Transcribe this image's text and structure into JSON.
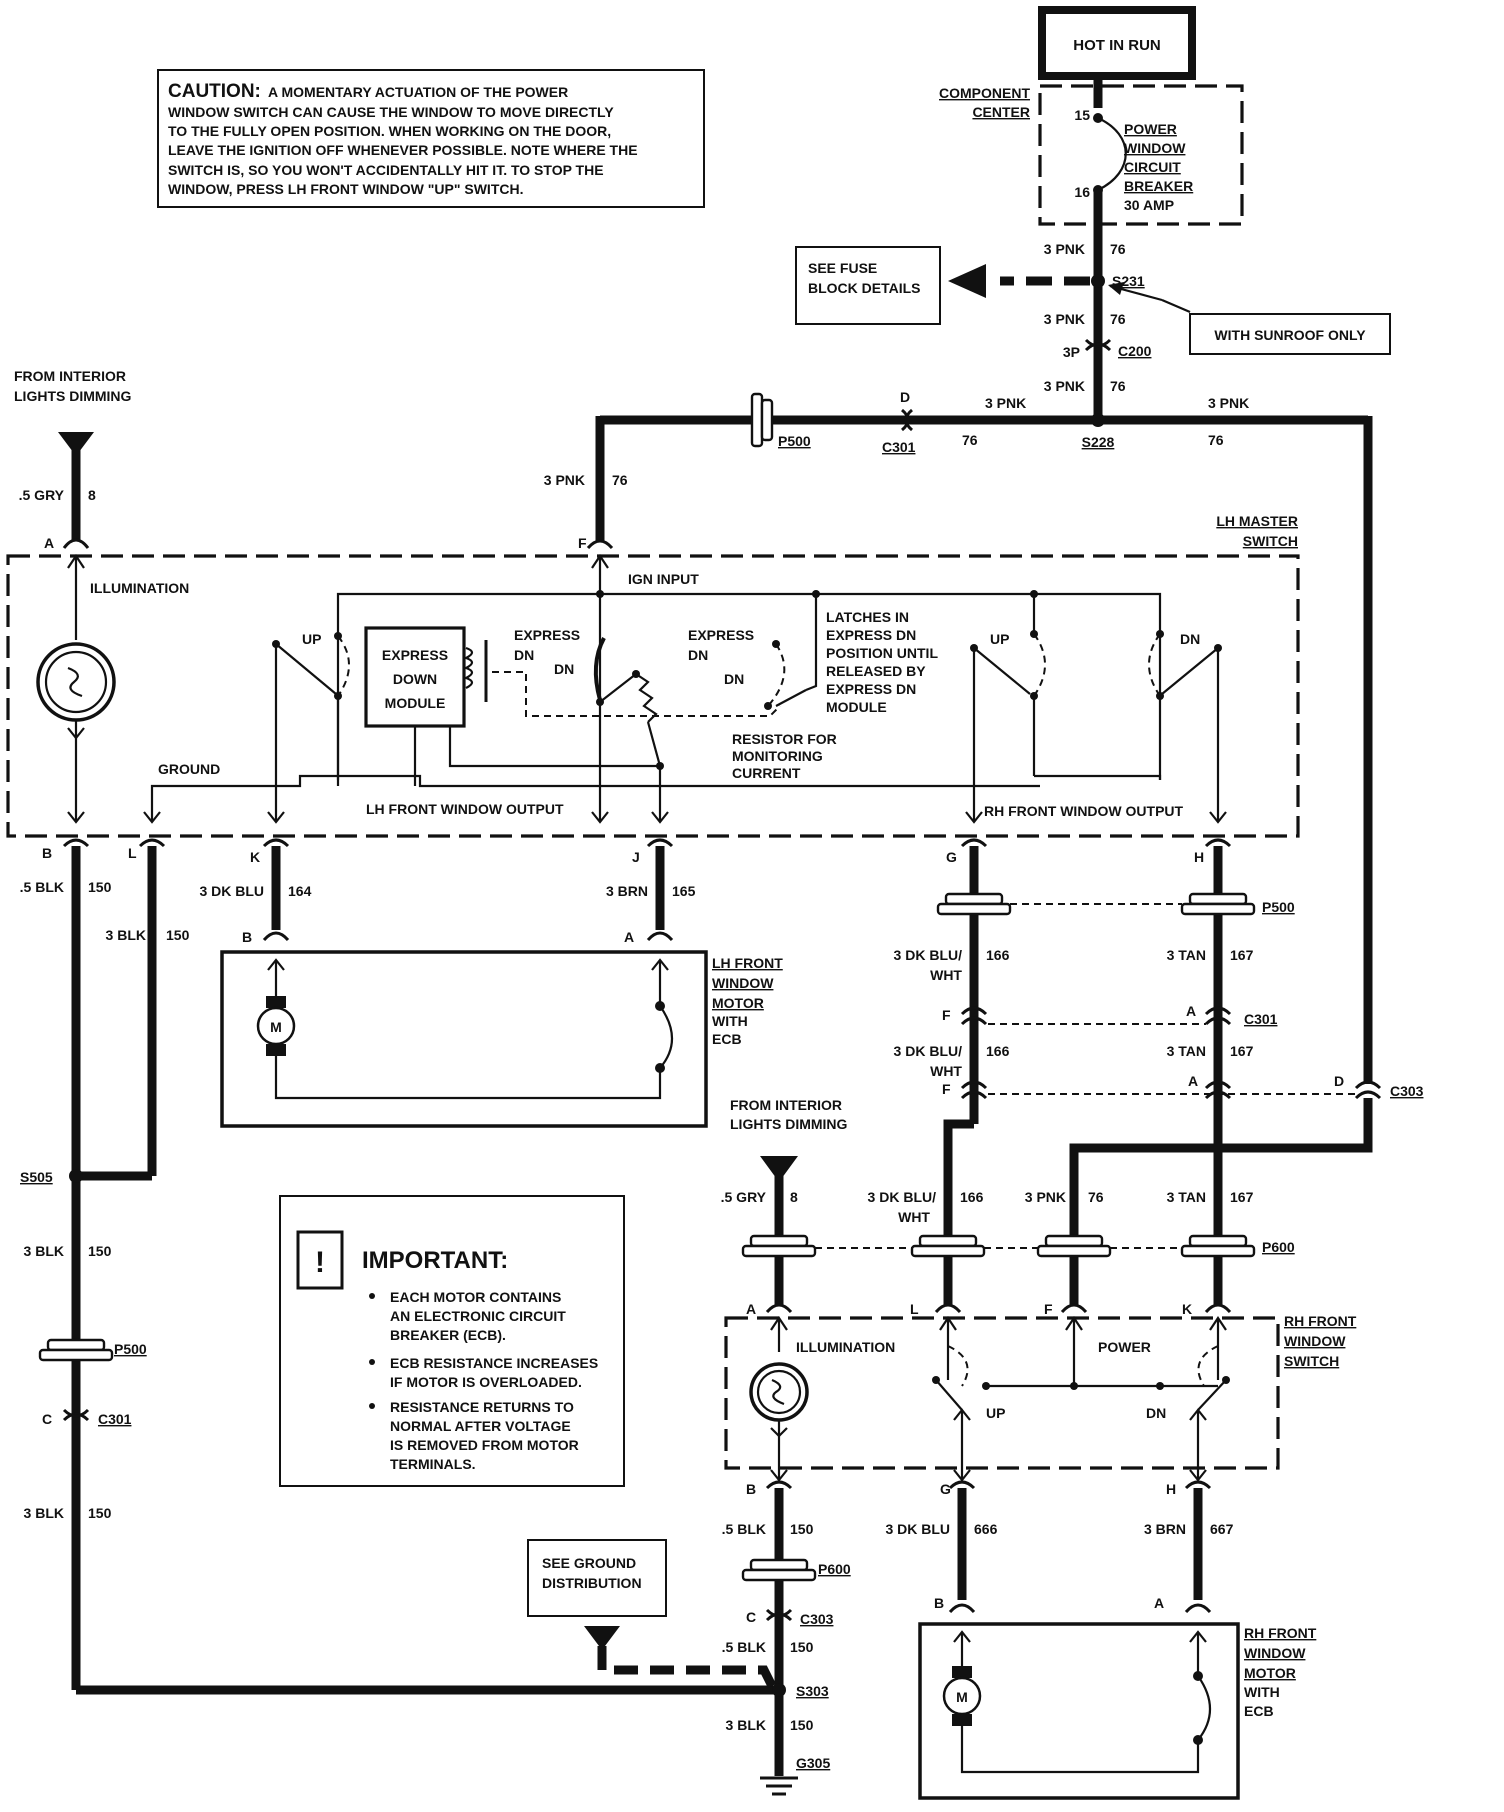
{
  "caution": {
    "heading": "CAUTION:",
    "lines": [
      "A MOMENTARY ACTUATION OF THE POWER",
      "WINDOW SWITCH CAN CAUSE THE WINDOW TO MOVE DIRECTLY",
      "TO THE FULLY OPEN POSITION.  WHEN WORKING ON THE DOOR,",
      "LEAVE THE IGNITION OFF WHENEVER POSSIBLE.  NOTE WHERE THE",
      "SWITCH IS, SO YOU WON'T ACCIDENTALLY HIT IT.   TO STOP THE",
      "WINDOW, PRESS LH FRONT WINDOW \"UP\" SWITCH."
    ]
  },
  "power_source": {
    "label": "HOT IN RUN"
  },
  "component_center": {
    "label_line1": "COMPONENT",
    "label_line2": "CENTER",
    "pin_in": "15",
    "pin_out": "16",
    "breaker": [
      "POWER",
      "WINDOW",
      "CIRCUIT",
      "BREAKER",
      "30 AMP"
    ]
  },
  "fuse_block": {
    "lines": [
      "SEE FUSE",
      "BLOCK DETAILS"
    ]
  },
  "sunroof_note": "WITH SUNROOF ONLY",
  "feed_wire": {
    "gauge": "3 PNK",
    "circuit": "76"
  },
  "splices": {
    "s231": "S231",
    "s228": "S228",
    "s505": "S505",
    "s303": "S303"
  },
  "connectors": {
    "c200": "C200",
    "c200_pin": "3P",
    "c301": "C301",
    "c303": "C303",
    "p500": "P500",
    "p600": "P600"
  },
  "interior_dimming": {
    "lh": [
      "FROM INTERIOR",
      "LIGHTS DIMMING"
    ],
    "rh": [
      "FROM INTERIOR",
      "LIGHTS DIMMING"
    ],
    "wire": ".5 GRY",
    "circuit": "8"
  },
  "lh_master_switch": {
    "label": [
      "LH MASTER",
      "SWITCH"
    ],
    "illumination": "ILLUMINATION",
    "ign_input": "IGN INPUT",
    "ground": "GROUND",
    "express_module": [
      "EXPRESS",
      "DOWN",
      "MODULE"
    ],
    "express_dn": [
      "EXPRESS",
      "DN"
    ],
    "dn": "DN",
    "up": "UP",
    "latch_note": [
      "LATCHES IN",
      "EXPRESS DN",
      "POSITION UNTIL",
      "RELEASED BY",
      "EXPRESS DN",
      "MODULE"
    ],
    "resistor_note": [
      "RESISTOR FOR",
      "MONITORING",
      "CURRENT"
    ],
    "lh_output": "LH FRONT WINDOW OUTPUT",
    "rh_output": "RH FRONT WINDOW OUTPUT"
  },
  "pins": {
    "A": "A",
    "B": "B",
    "C": "C",
    "D": "D",
    "F": "F",
    "G": "G",
    "H": "H",
    "J": "J",
    "K": "K",
    "L": "L"
  },
  "wires": {
    "blk05": ".5 BLK",
    "blk3": "3 BLK",
    "c150": "150",
    "dkblu3": "3 DK BLU",
    "c164": "164",
    "brn3": "3 BRN",
    "c165": "165",
    "dkbluwht": "3 DK BLU/",
    "wht": "WHT",
    "c166": "166",
    "tan3": "3 TAN",
    "c167": "167",
    "c666": "666",
    "c667": "667"
  },
  "lh_motor": {
    "label": [
      "LH FRONT",
      "WINDOW",
      "MOTOR",
      "WITH",
      "ECB"
    ],
    "m": "M"
  },
  "rh_motor": {
    "label": [
      "RH FRONT",
      "WINDOW",
      "MOTOR",
      "WITH",
      "ECB"
    ],
    "m": "M"
  },
  "important": {
    "heading": "IMPORTANT:",
    "bullets": [
      [
        "EACH MOTOR CONTAINS",
        "AN ELECTRONIC CIRCUIT",
        "BREAKER (ECB)."
      ],
      [
        "ECB RESISTANCE INCREASES",
        "IF MOTOR IS OVERLOADED."
      ],
      [
        "RESISTANCE RETURNS TO",
        "NORMAL AFTER VOLTAGE",
        "IS REMOVED FROM MOTOR",
        "TERMINALS."
      ]
    ]
  },
  "rh_switch": {
    "label": [
      "RH FRONT",
      "WINDOW",
      "SWITCH"
    ],
    "illumination": "ILLUMINATION",
    "power": "POWER",
    "up": "UP",
    "dn": "DN"
  },
  "ground_dist": {
    "lines": [
      "SEE GROUND",
      "DISTRIBUTION"
    ]
  },
  "ground": {
    "g305": "G305"
  }
}
